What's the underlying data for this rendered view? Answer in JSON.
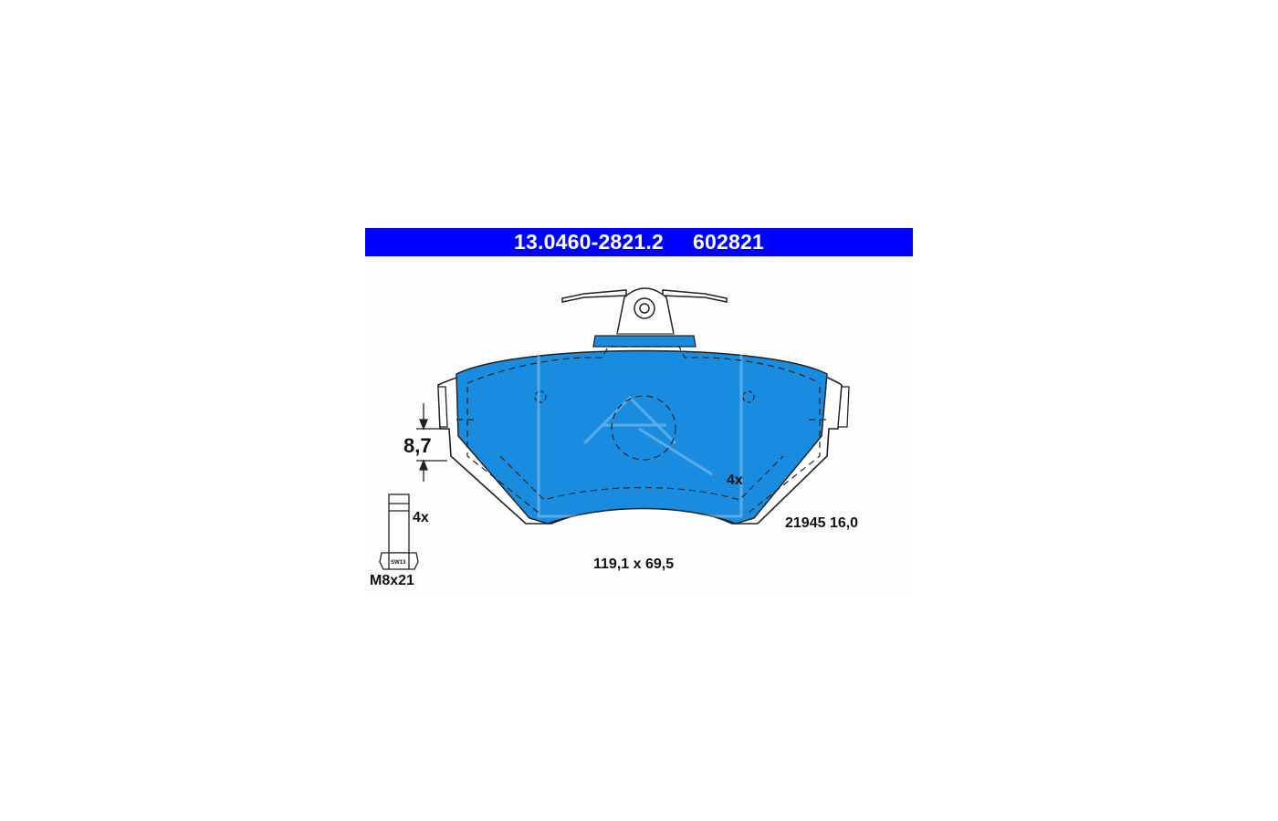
{
  "header": {
    "part_number": "13.0460-2821.2",
    "ref_number": "602821"
  },
  "dimensions": {
    "thickness": "8,7",
    "hole_count": "4x",
    "pad_size": "119,1 x 69,5",
    "wva": "21945 16,0"
  },
  "bolt": {
    "count": "4x",
    "size": "M8x21",
    "wrench_size": "SW13"
  },
  "colors": {
    "header_bg": "#0000ff",
    "pad_fill": "#1a8cdf",
    "outline": "#222222"
  },
  "icons": [
    "ate-logo-watermark"
  ]
}
